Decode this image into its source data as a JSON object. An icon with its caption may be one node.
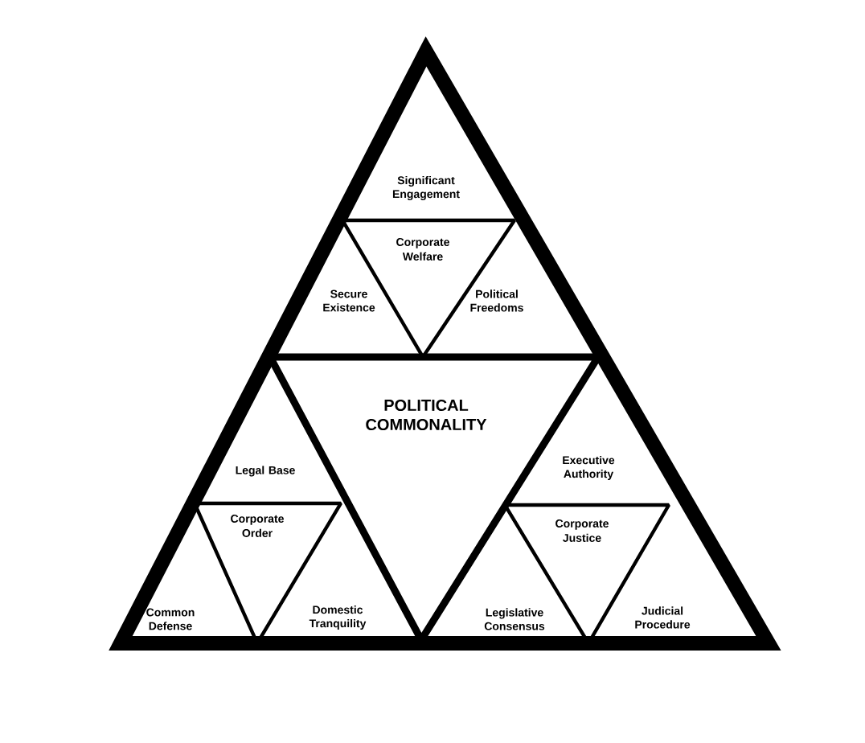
{
  "diagram": {
    "nodes": [
      {
        "text": [],
        "shape": "triangle"
      },
      {
        "text": [
          "Corporate Welfare"
        ],
        "in": 0
      },
      {
        "text": [
          "POLITICAL COMMONALITY"
        ],
        "in": 0
      },
      {
        "text": [
          "Corporate Order"
        ],
        "in": 0
      },
      {
        "text": [
          "Corporate Justice"
        ],
        "in": 0
      }
    ],
    "edges": [],
    "labels": [
      "Significant Engagement",
      "Secure Existence",
      "Political Freedoms",
      "Legal Base",
      "Executive Authority",
      "Common Defense",
      "Domestic Tranquility",
      "Legislative Consensus",
      "Judicial Procedure"
    ]
  }
}
